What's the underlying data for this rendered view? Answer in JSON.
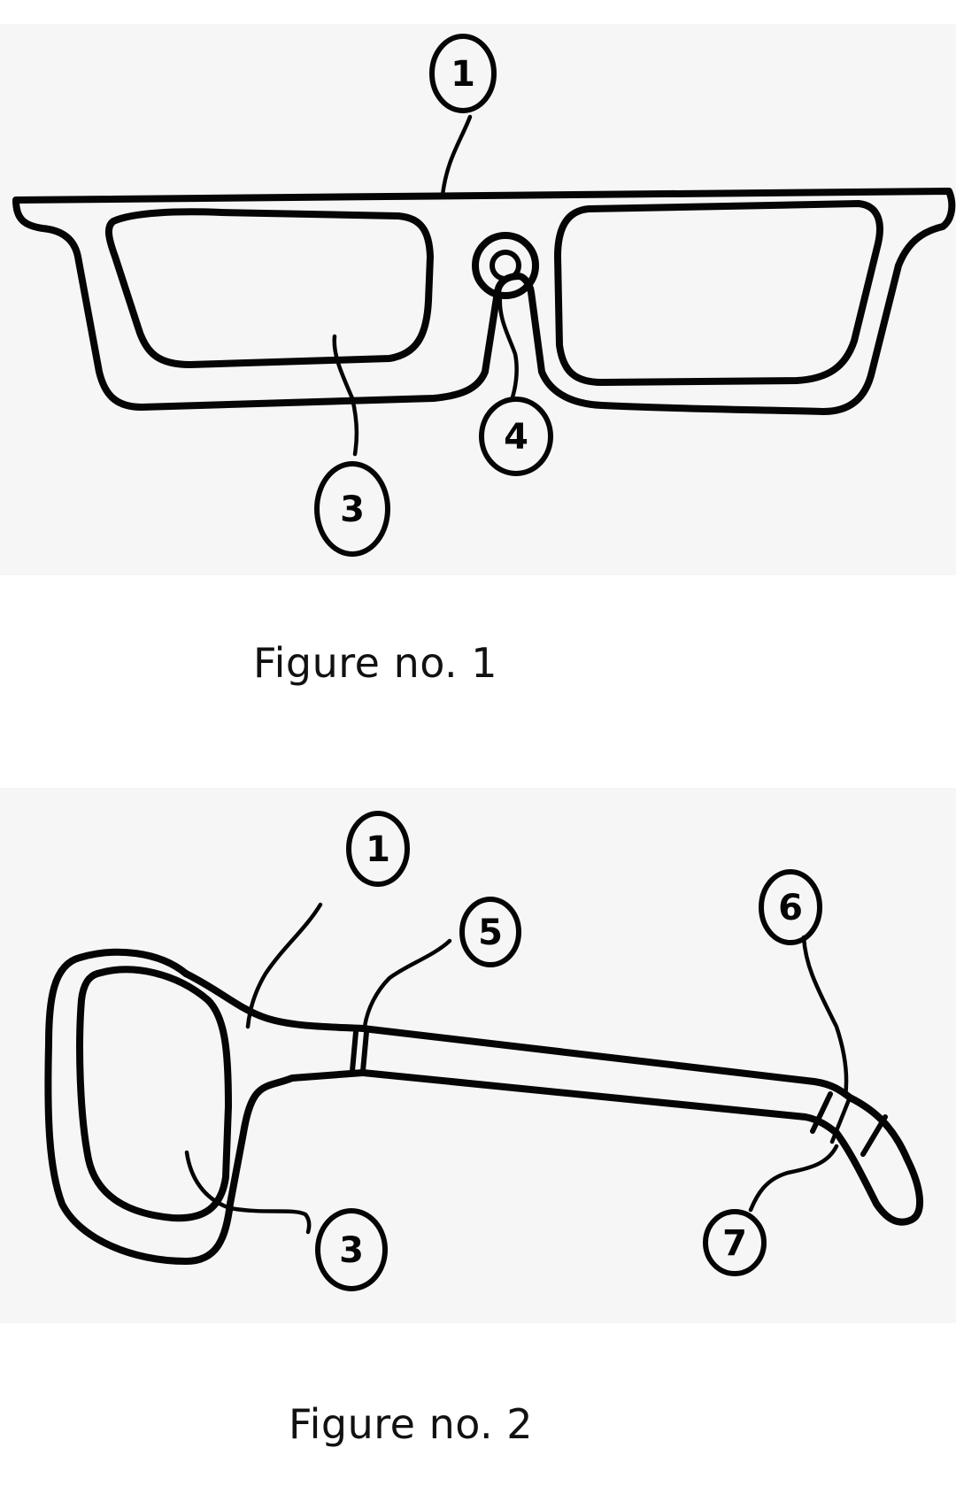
{
  "figures": [
    {
      "caption": "Figure no. 1",
      "view": "front",
      "callouts": [
        {
          "label": "1",
          "part": "frame"
        },
        {
          "label": "3",
          "part": "lens"
        },
        {
          "label": "4",
          "part": "bridge-center-element"
        }
      ]
    },
    {
      "caption": "Figure no. 2",
      "view": "side",
      "callouts": [
        {
          "label": "1",
          "part": "frame"
        },
        {
          "label": "5",
          "part": "hinge-band"
        },
        {
          "label": "6",
          "part": "temple-tip-band"
        },
        {
          "label": "3",
          "part": "lens"
        },
        {
          "label": "7",
          "part": "temple-tip-segment"
        }
      ]
    }
  ],
  "colors": {
    "ink": "#050505",
    "panel_background": "#f6f6f6",
    "page_background": "#ffffff"
  }
}
